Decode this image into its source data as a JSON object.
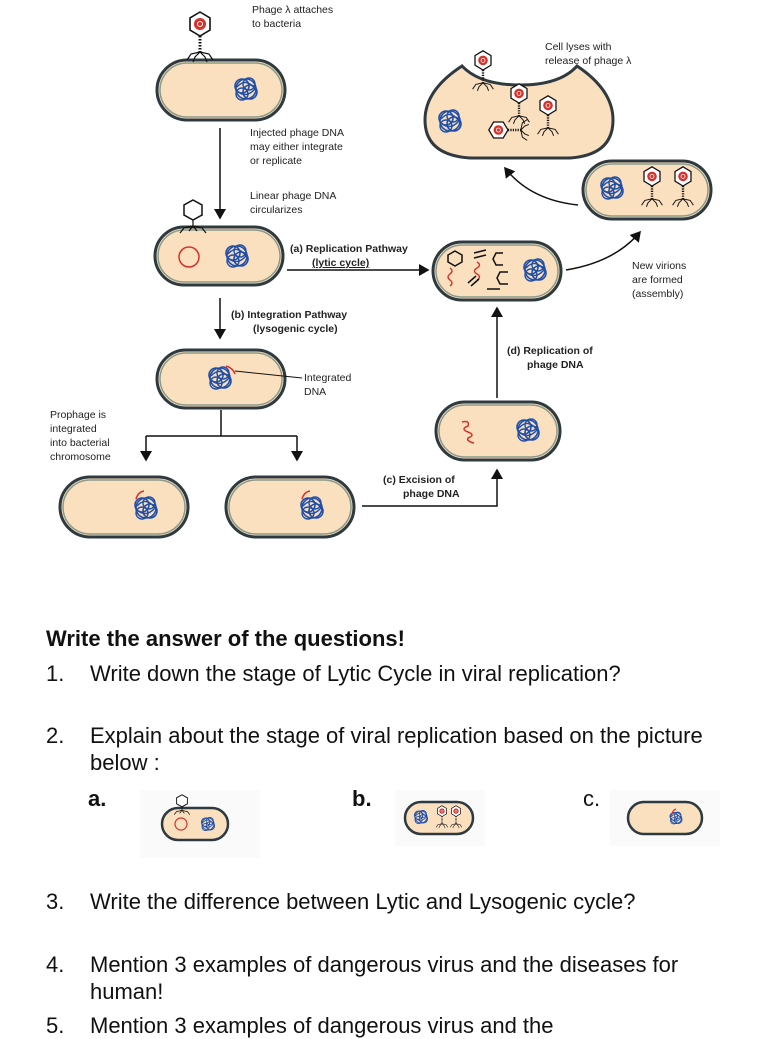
{
  "diagram": {
    "labels": {
      "attach": [
        "Phage λ attaches",
        "to bacteria"
      ],
      "lyses": [
        "Cell lyses with",
        "release of phage λ"
      ],
      "injected": [
        "Injected phage DNA",
        "may either integrate",
        "or replicate"
      ],
      "circularizes": [
        "Linear phage DNA",
        "circularizes"
      ],
      "replication_pathway": [
        "(a)  Replication Pathway",
        "(lytic cycle)"
      ],
      "integration_pathway": [
        "(b)  Integration Pathway",
        "(lysogenic cycle)"
      ],
      "new_virions": [
        "New virions",
        "are formed",
        "(assembly)"
      ],
      "replication_dna": [
        "(d)  Replication of",
        "phage DNA"
      ],
      "integrated_dna": [
        "Integrated",
        "DNA"
      ],
      "prophage": [
        "Prophage is",
        "integrated",
        "into bacterial",
        "chromosome"
      ],
      "excision": [
        "(c)  Excision of",
        "phage DNA"
      ]
    },
    "colors": {
      "cell_fill": "#fbe0bf",
      "cell_membrane": "#2e3a40",
      "cell_wall": "#8a9a8a",
      "chromosome": "#1f4fa8",
      "phage_dna": "#d8312a",
      "arrow": "#111111"
    }
  },
  "questions": {
    "title": "Write the answer of the questions!",
    "items": [
      {
        "num": "1.",
        "text": "Write down the stage of Lytic Cycle in viral replication?"
      },
      {
        "num": "2.",
        "text": "Explain about the stage of viral replication based on the picture below :"
      },
      {
        "num": "3.",
        "text": "Write the difference between Lytic and Lysogenic cycle?"
      },
      {
        "num": "4.",
        "text": "Mention 3 examples of dangerous virus and the diseases for human!"
      },
      {
        "num": "5.",
        "text": "Mention 3 examples of dangerous virus and the"
      }
    ],
    "sub_labels": [
      "a.",
      "b.",
      "c."
    ]
  }
}
